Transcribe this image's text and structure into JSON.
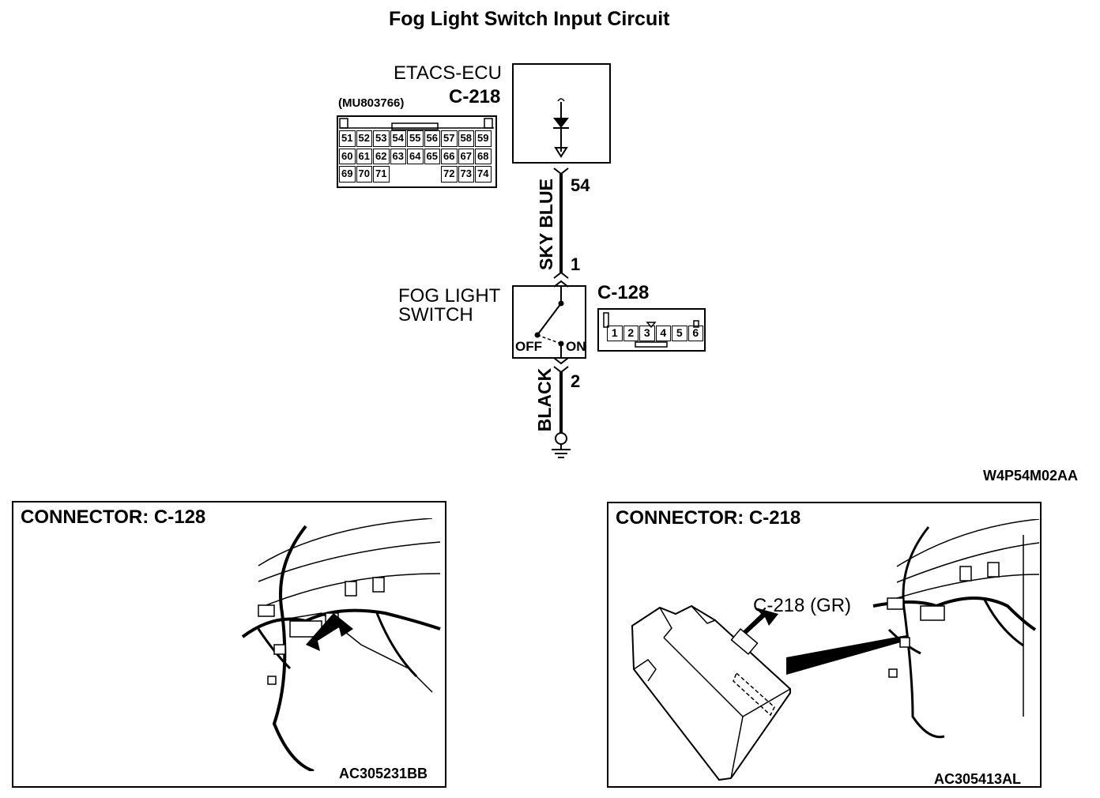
{
  "title": "Fog Light Switch Input Circuit",
  "ecu": {
    "name": "ETACS-ECU",
    "connector": "C-218",
    "part_number": "(MU803766)",
    "pin_rows": [
      [
        "51",
        "52",
        "53",
        "54",
        "55",
        "56",
        "57",
        "58",
        "59"
      ],
      [
        "60",
        "61",
        "62",
        "63",
        "64",
        "65",
        "66",
        "67",
        "68"
      ],
      [
        "69",
        "70",
        "71",
        "",
        "",
        "",
        "72",
        "73",
        "74"
      ]
    ],
    "terminal": "54"
  },
  "wire_top": {
    "color": "SKY BLUE"
  },
  "switch": {
    "name_line1": "FOG LIGHT",
    "name_line2": "SWITCH",
    "connector": "C-128",
    "pin_top": "1",
    "pin_bottom": "2",
    "off_label": "OFF",
    "on_label": "ON",
    "pins": [
      "1",
      "2",
      "3",
      "4",
      "5",
      "6"
    ]
  },
  "wire_bottom": {
    "color": "BLACK"
  },
  "diagram_code": "W4P54M02AA",
  "panels": [
    {
      "title": "CONNECTOR: C-128",
      "code": "AC305231BB"
    },
    {
      "title": "CONNECTOR: C-218",
      "code": "AC305413AL",
      "callout": "C-218 (GR)"
    }
  ]
}
